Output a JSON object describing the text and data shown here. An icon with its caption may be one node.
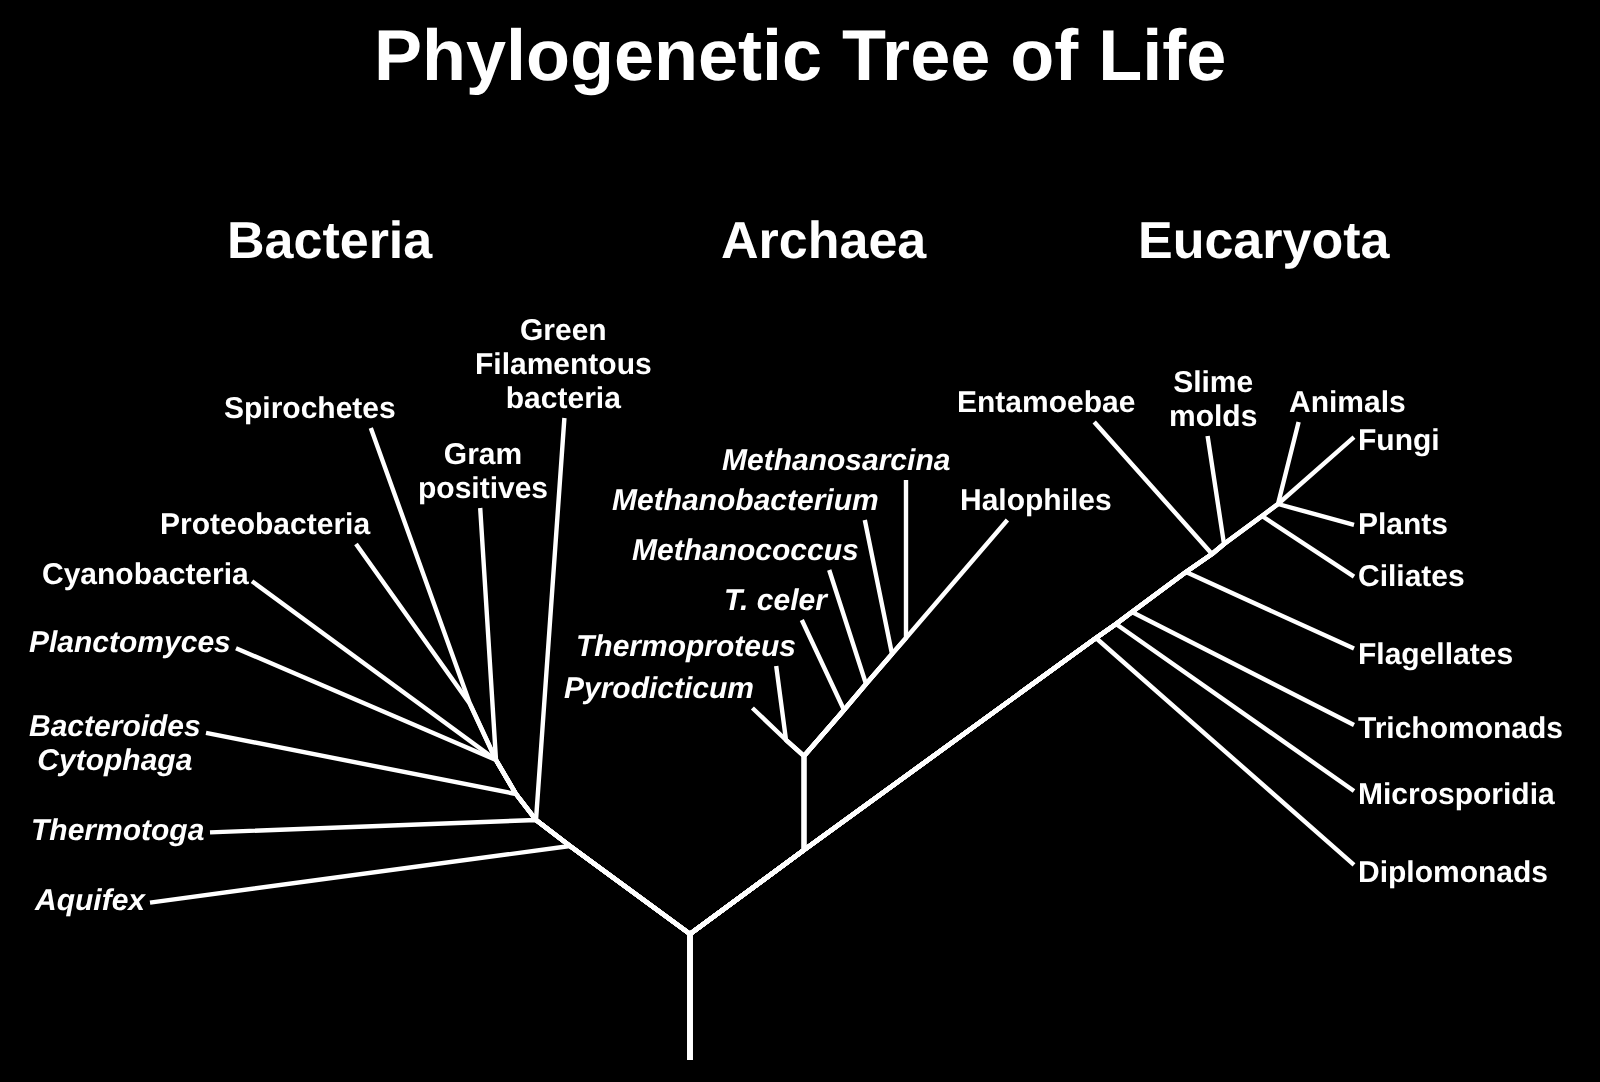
{
  "diagram": {
    "title": "Phylogenetic Tree of Life",
    "nodes": [
      {
        "text": [
          "Green Filamentous bacteria"
        ]
      },
      {
        "text": [
          "Spirochetes"
        ]
      },
      {
        "text": [
          "Gram positives"
        ]
      },
      {
        "text": [
          "Proteobacteria"
        ]
      },
      {
        "text": [
          "Cyanobacteria"
        ]
      },
      {
        "text": [
          "Planctomyces"
        ]
      },
      {
        "text": [
          "Bacteroides Cytophaga"
        ]
      },
      {
        "text": [
          "Thermotoga"
        ]
      },
      {
        "text": [
          "Aquifex"
        ]
      },
      {
        "text": [
          "Methanosarcina"
        ]
      },
      {
        "text": [
          "Methanobacterium"
        ]
      },
      {
        "text": [
          "Halophiles"
        ]
      },
      {
        "text": [
          "Methanococcus"
        ]
      },
      {
        "text": [
          "T. celer"
        ]
      },
      {
        "text": [
          "Thermoproteus"
        ]
      },
      {
        "text": [
          "Pyrodicticum"
        ]
      },
      {
        "text": [
          "Entamoebae"
        ]
      },
      {
        "text": [
          "Slime molds"
        ]
      },
      {
        "text": [
          "Animals"
        ]
      },
      {
        "text": [
          "Fungi"
        ]
      },
      {
        "text": [
          "Plants"
        ]
      },
      {
        "text": [
          "Ciliates"
        ]
      },
      {
        "text": [
          "Flagellates"
        ]
      },
      {
        "text": [
          "Trichomonads"
        ]
      },
      {
        "text": [
          "Microsporidia"
        ]
      },
      {
        "text": [
          "Diplomonads"
        ]
      }
    ],
    "edges": [
      {
        "from": null,
        "to": 0,
        "arrow": "none"
      },
      {
        "from": null,
        "to": 1,
        "arrow": "none"
      },
      {
        "from": null,
        "to": 2,
        "arrow": "none"
      },
      {
        "from": null,
        "to": 3,
        "arrow": "none"
      },
      {
        "from": null,
        "to": 4,
        "arrow": "none"
      },
      {
        "from": null,
        "to": 5,
        "arrow": "none"
      },
      {
        "from": null,
        "to": 6,
        "arrow": "none"
      },
      {
        "from": null,
        "to": 7,
        "arrow": "none"
      },
      {
        "from": null,
        "to": 8,
        "arrow": "none"
      },
      {
        "from": null,
        "to": 9,
        "arrow": "none"
      },
      {
        "from": null,
        "to": 10,
        "arrow": "none"
      },
      {
        "from": null,
        "to": 11,
        "arrow": "none"
      },
      {
        "from": null,
        "to": 12,
        "arrow": "none"
      },
      {
        "from": null,
        "to": 13,
        "arrow": "none"
      },
      {
        "from": null,
        "to": 14,
        "arrow": "none"
      },
      {
        "from": null,
        "to": 15,
        "arrow": "none"
      },
      {
        "from": null,
        "to": 16,
        "arrow": "none"
      },
      {
        "from": null,
        "to": 17,
        "arrow": "none"
      },
      {
        "from": null,
        "to": 18,
        "arrow": "none"
      },
      {
        "from": null,
        "to": 19,
        "arrow": "none"
      },
      {
        "from": null,
        "to": 20,
        "arrow": "none"
      },
      {
        "from": null,
        "to": 21,
        "arrow": "none"
      },
      {
        "from": null,
        "to": 22,
        "arrow": "none"
      },
      {
        "from": null,
        "to": 23,
        "arrow": "none"
      },
      {
        "from": null,
        "to": 24,
        "arrow": "none"
      },
      {
        "from": null,
        "to": 25,
        "arrow": "none"
      }
    ],
    "labels": [
      "Bacteria",
      "Archaea",
      "Eucaryota"
    ]
  }
}
